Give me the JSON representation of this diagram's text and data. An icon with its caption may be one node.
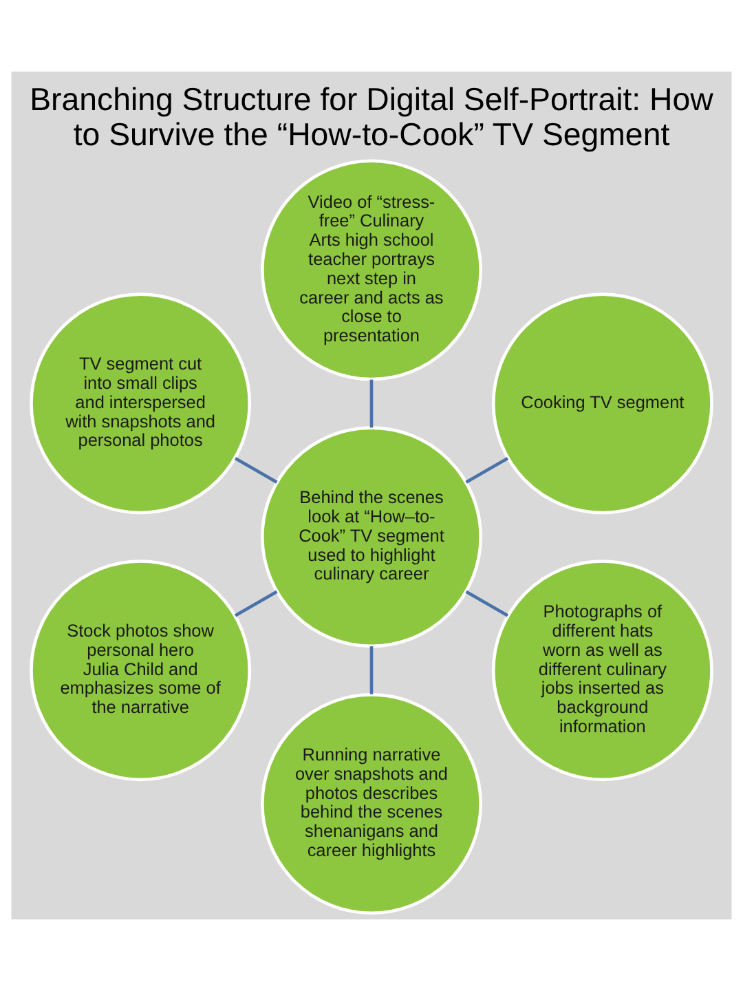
{
  "diagram": {
    "title": "Branching Structure for Digital Self-Portrait: How to Survive the “How-to-Cook” TV Segment",
    "nodes": [
      {
        "text": [
          "Cooking TV segment"
        ]
      },
      {
        "text": [
          "Video of “stress-free” Culinary Arts high school teacher portrays next step in career and acts as close to presentation"
        ]
      },
      {
        "text": [
          "TV segment cut into small clips and interspersed with snapshots and personal photos"
        ]
      },
      {
        "text": [
          "Behind the scenes look at “How–to-Cook” TV segment used to highlight culinary career"
        ]
      },
      {
        "text": [
          "Stock photos show personal hero Julia Child and emphasizes some of the narrative"
        ]
      },
      {
        "text": [
          "Running narrative over snapshots and photos describes behind the scenes shenanigans and career highlights"
        ]
      },
      {
        "text": [
          "Photographs of different hats worn as well as different culinary jobs inserted as background information"
        ]
      }
    ],
    "edges": [
      {
        "from": 3,
        "to": 0,
        "arrow": "none"
      },
      {
        "from": 3,
        "to": 1,
        "arrow": "none"
      },
      {
        "from": 3,
        "to": 2,
        "arrow": "none"
      },
      {
        "from": 3,
        "to": 4,
        "arrow": "none"
      },
      {
        "from": 3,
        "to": 5,
        "arrow": "none"
      },
      {
        "from": 3,
        "to": 6,
        "arrow": "none"
      }
    ]
  }
}
